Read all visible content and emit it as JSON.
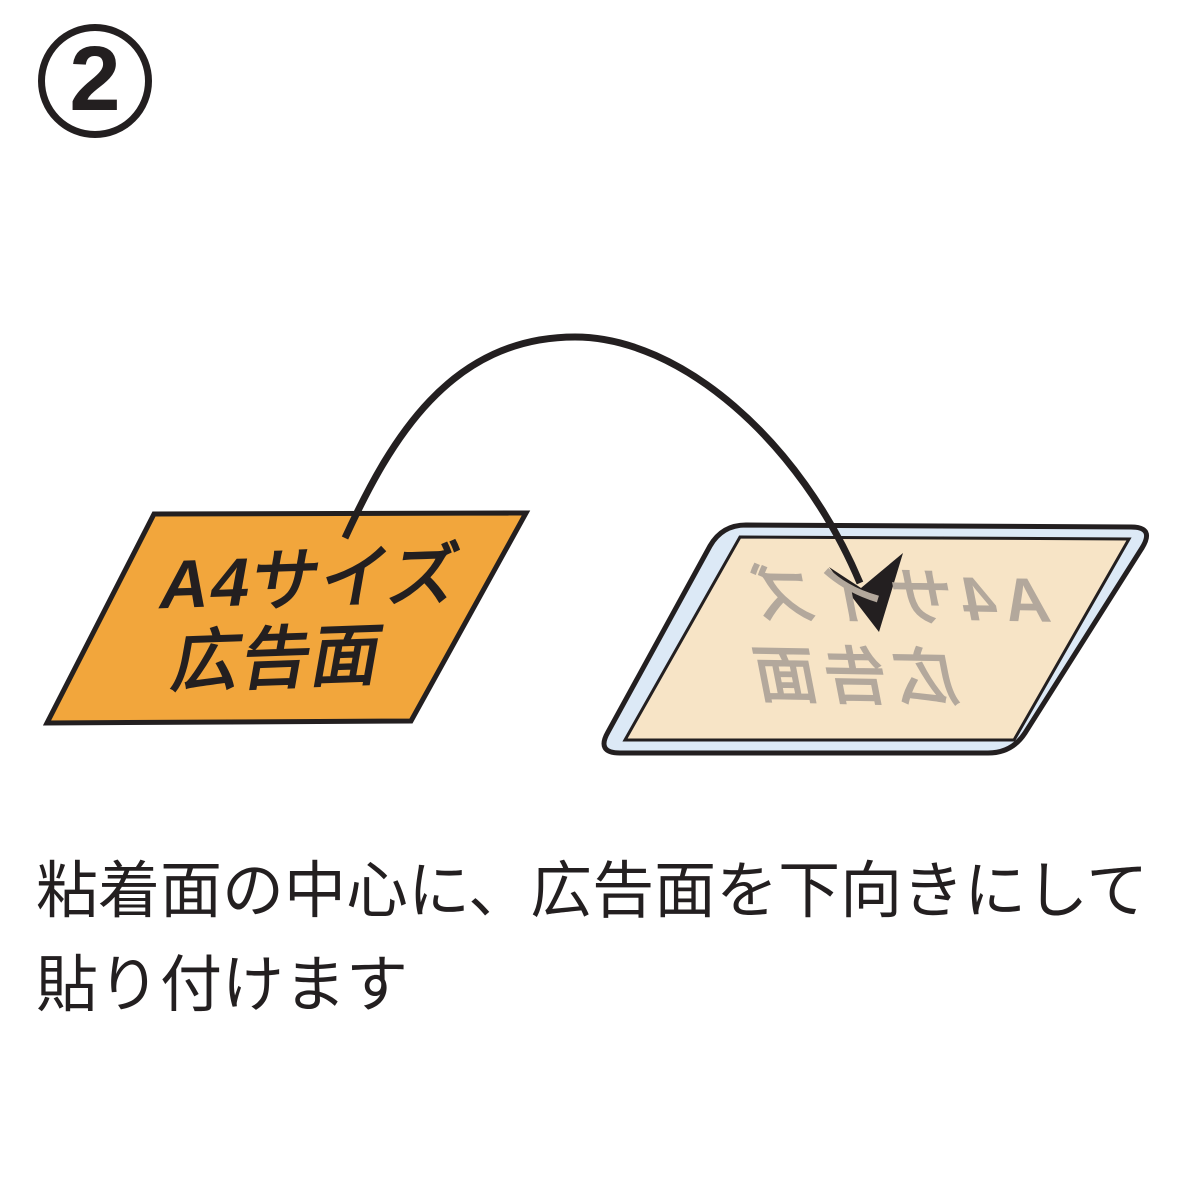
{
  "step_badge": {
    "number": "2"
  },
  "sheet": {
    "line1": "A4サイズ",
    "line2": "広告面"
  },
  "adhesive_tray": {
    "mirrored_line1": "A4サイズ",
    "mirrored_line2": "広告面"
  },
  "caption": {
    "line1": "粘着面の中心に、広告面を下向きにして",
    "line2": "貼り付けます"
  },
  "colors": {
    "background": "#FFFFFF",
    "outline": "#231F20",
    "sheet_fill": "#F2A63C",
    "tray_rim_fill": "#DCE9F6",
    "tray_face_fill": "#F7E4C6",
    "mirrored_text": "#B3A89C",
    "text": "#231F20"
  }
}
